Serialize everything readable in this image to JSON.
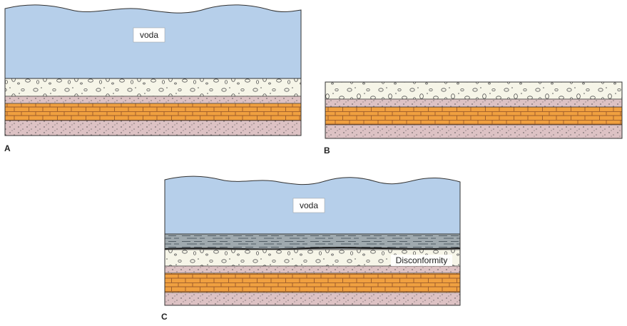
{
  "panels": [
    {
      "label": "A",
      "water_label": "voda"
    },
    {
      "label": "B"
    },
    {
      "label": "C",
      "water_label": "voda",
      "annotation": "Disconformity"
    }
  ],
  "colors": {
    "water": "#b6cfea",
    "gravel": "#f6f5e8",
    "sand": "#ddc2c4",
    "brick": "#f0a040",
    "mortar": "#9a5a2a",
    "mud": "#9fa9ae",
    "outline": "#333333"
  }
}
